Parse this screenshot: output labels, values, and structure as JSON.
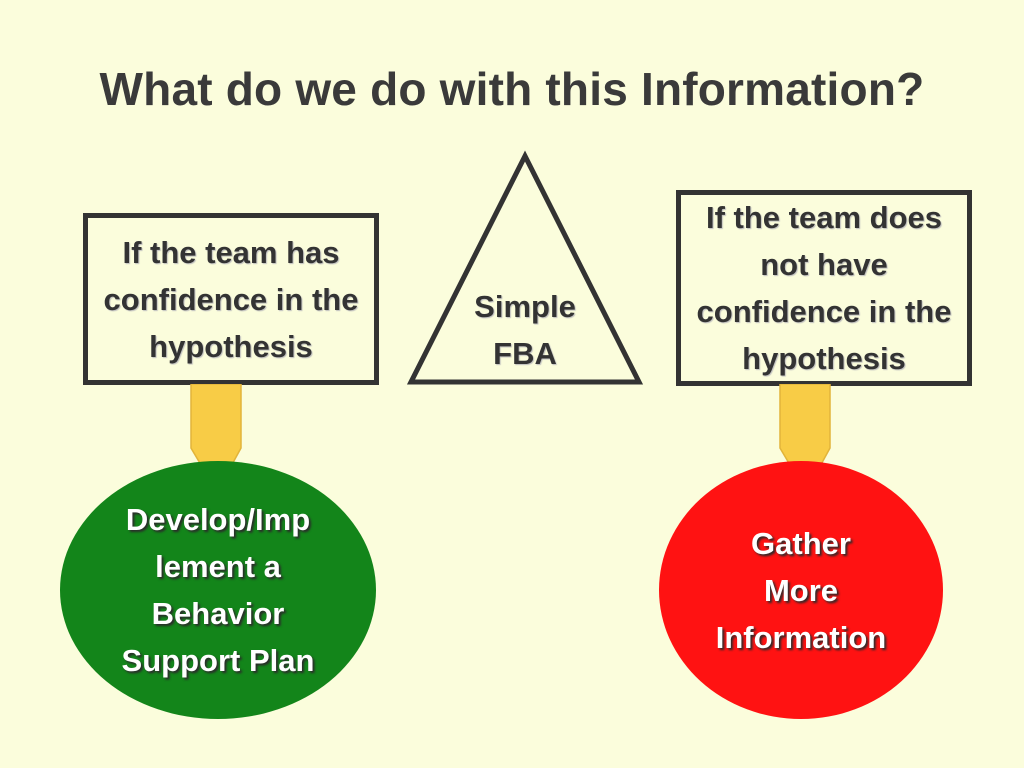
{
  "title": "What do we do with this Information?",
  "left_box": {
    "text": "If the team has\nconfidence in the\nhypothesis"
  },
  "center": {
    "text": "Simple\nFBA"
  },
  "right_box": {
    "text": "If the team does\nnot have\nconfidence in the\nhypothesis"
  },
  "left_outcome": {
    "text": "Develop/Imp\nlement a\nBehavior\nSupport Plan",
    "color": "#13851a"
  },
  "right_outcome": {
    "text": "Gather\nMore\nInformation",
    "color": "#ff1212"
  },
  "colors": {
    "background": "#fbfddc",
    "arrow": "#f8cc46",
    "outline": "#333333"
  }
}
